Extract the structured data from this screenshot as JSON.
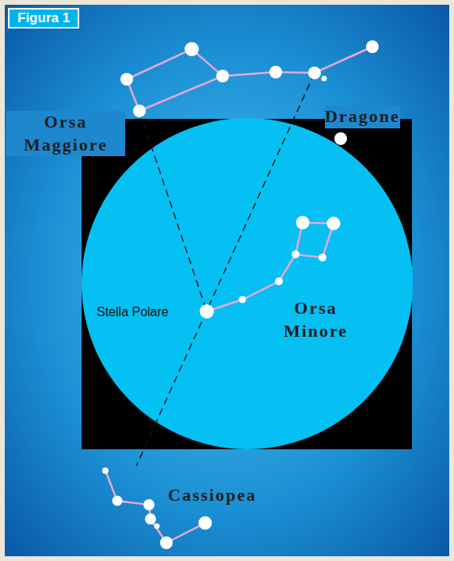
{
  "diagram": {
    "title": "Figura 1",
    "labels": [
      "Orsa Maggiore",
      "Dragone",
      "Stella Polare",
      "Orsa Minore",
      "Cassiopea"
    ]
  }
}
